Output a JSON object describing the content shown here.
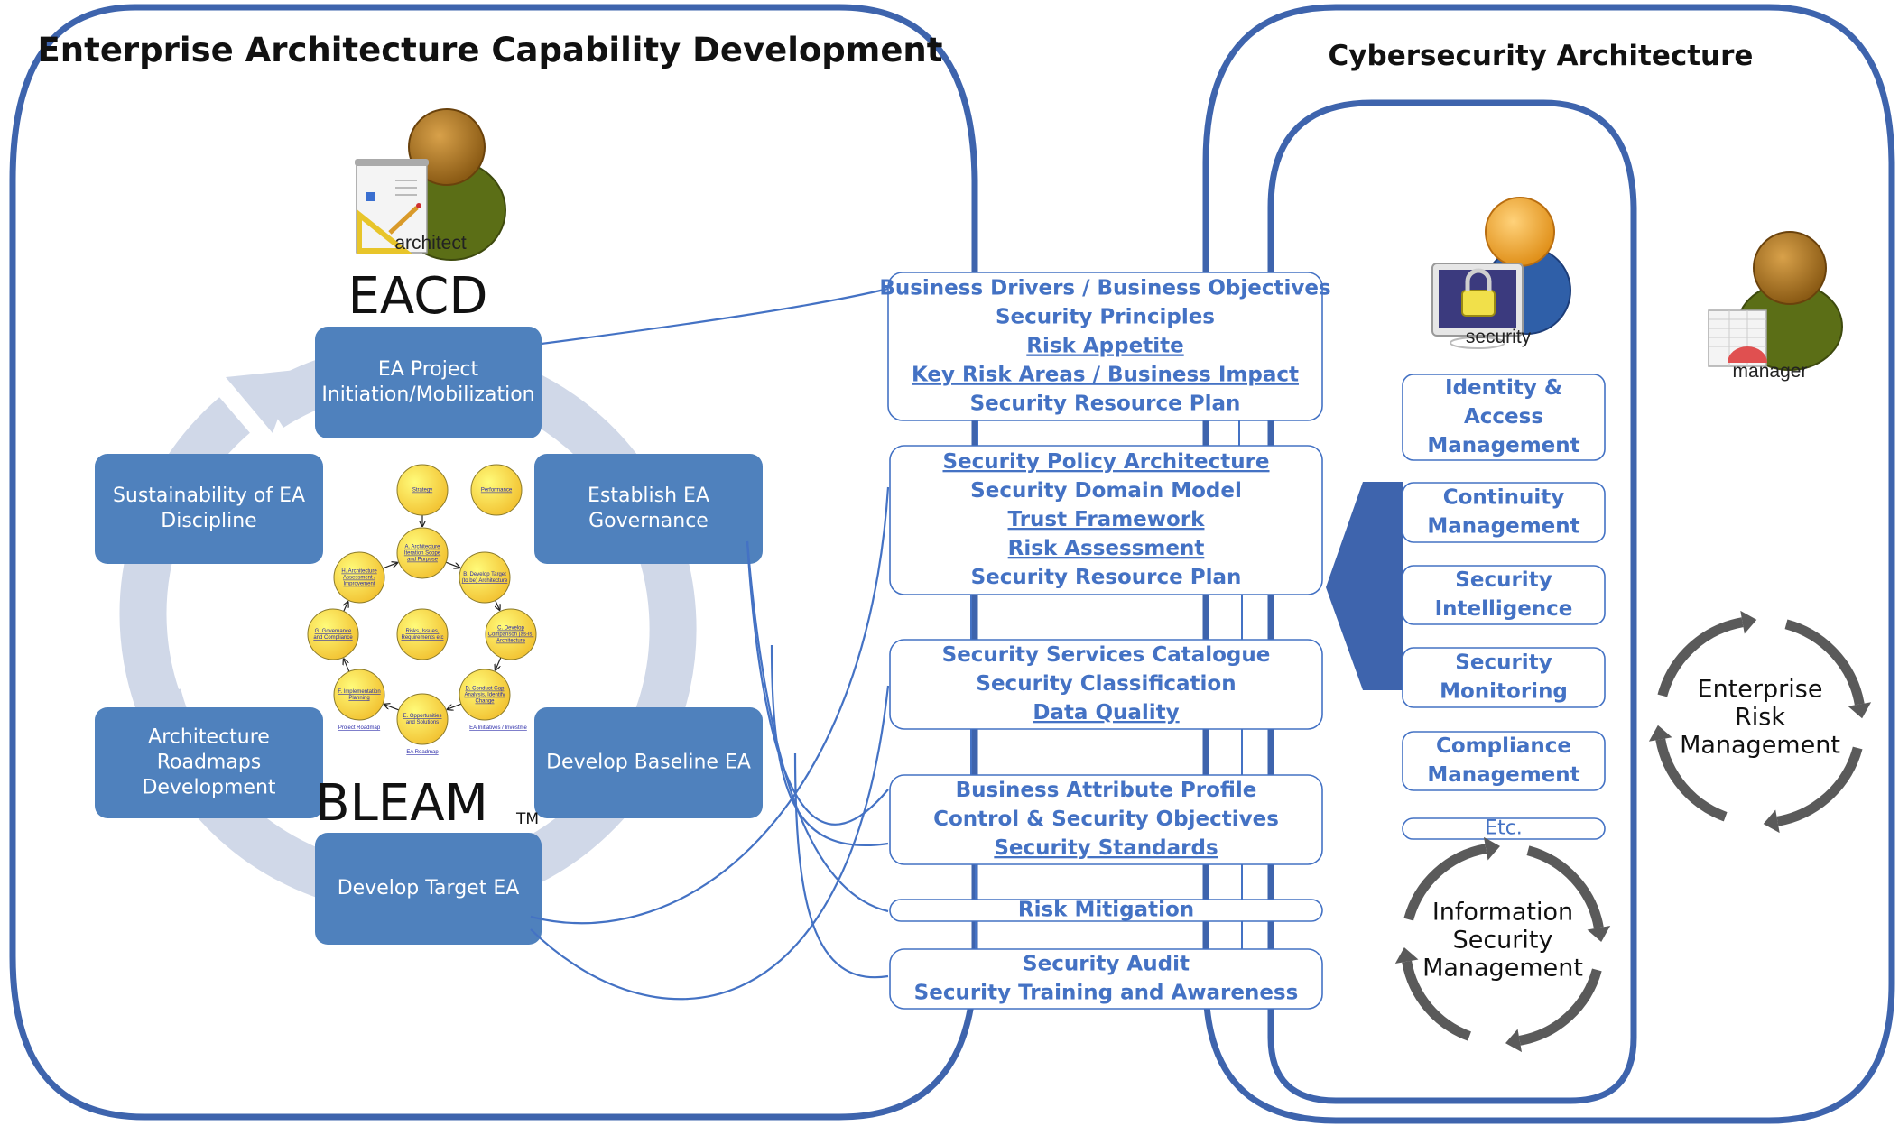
{
  "left_panel": {
    "title": "Enterprise Architecture Capability Development",
    "architect_icon_label": "architect",
    "eacd_label": "EACD",
    "bleam_label": "BLEAM",
    "bleam_tm": "TM",
    "cycle_steps": [
      {
        "id": "ea-project",
        "lines": [
          "EA Project",
          "Initiation/Mobilization"
        ]
      },
      {
        "id": "establish-governance",
        "lines": [
          "Establish EA",
          "Governance"
        ]
      },
      {
        "id": "develop-baseline",
        "lines": [
          "Develop Baseline EA"
        ]
      },
      {
        "id": "develop-target",
        "lines": [
          "Develop Target EA"
        ]
      },
      {
        "id": "architecture-roadmaps",
        "lines": [
          "Architecture",
          "Roadmaps",
          "Development"
        ]
      },
      {
        "id": "sustainability",
        "lines": [
          "Sustainability of EA",
          "Discipline"
        ]
      }
    ],
    "bleam_nodes": [
      {
        "id": "strategy",
        "lines": [
          "Strategy"
        ]
      },
      {
        "id": "performance",
        "lines": [
          "Performance"
        ]
      },
      {
        "id": "a",
        "lines": [
          "A. Architecture",
          "Iteration Scope",
          "and Purpose"
        ]
      },
      {
        "id": "b",
        "lines": [
          "B. Develop Target",
          "(to be) Architecture"
        ]
      },
      {
        "id": "c",
        "lines": [
          "C. Develop",
          "Comparison (as-is)",
          "Architecture"
        ]
      },
      {
        "id": "d",
        "lines": [
          "D. Conduct Gap",
          "Analysis, Identify",
          "Change"
        ]
      },
      {
        "id": "e",
        "lines": [
          "E. Opportunities",
          "and Solutions"
        ]
      },
      {
        "id": "f",
        "lines": [
          "F. Implementation",
          "Planning"
        ]
      },
      {
        "id": "g",
        "lines": [
          "G. Governance",
          "and Compliance"
        ]
      },
      {
        "id": "h",
        "lines": [
          "H. Architecture",
          "Assessment /",
          "Improvement"
        ]
      },
      {
        "id": "risks",
        "lines": [
          "Risks, Issues,",
          "Requirements etc"
        ]
      }
    ],
    "bleam_captions": [
      "Project Roadmap",
      "EA Roadmap",
      "EA Initiatives / Investme"
    ]
  },
  "middle_column": {
    "boxes": [
      {
        "items": [
          {
            "text": "Business Drivers / Business Objectives",
            "underline": false
          },
          {
            "text": "Security Principles",
            "underline": false
          },
          {
            "text": "Risk Appetite",
            "underline": true
          },
          {
            "text": "Key Risk Areas / Business Impact",
            "underline": true
          },
          {
            "text": "Security Resource Plan",
            "underline": false
          }
        ]
      },
      {
        "items": [
          {
            "text": "Security Policy Architecture",
            "underline": true
          },
          {
            "text": "Security Domain Model",
            "underline": false
          },
          {
            "text": "Trust Framework",
            "underline": true
          },
          {
            "text": "Risk Assessment",
            "underline": true
          },
          {
            "text": "Security Resource Plan",
            "underline": false
          }
        ]
      },
      {
        "items": [
          {
            "text": "Security Services Catalogue",
            "underline": false
          },
          {
            "text": "Security Classification",
            "underline": false
          },
          {
            "text": "Data Quality",
            "underline": true
          }
        ]
      },
      {
        "items": [
          {
            "text": "Business Attribute Profile",
            "underline": false
          },
          {
            "text": "Control & Security Objectives",
            "underline": false
          },
          {
            "text": "Security Standards",
            "underline": true
          }
        ]
      },
      {
        "items": [
          {
            "text": "Risk Mitigation",
            "underline": false
          }
        ]
      },
      {
        "items": [
          {
            "text": "Security Audit",
            "underline": false
          },
          {
            "text": "Security Training and Awareness",
            "underline": false
          }
        ]
      }
    ]
  },
  "right_panel": {
    "title": "Cybersecurity Architecture",
    "security_icon_label": "security",
    "manager_icon_label": "manager",
    "domains": [
      {
        "lines": [
          "Identity &",
          "Access",
          "Management"
        ]
      },
      {
        "lines": [
          "Continuity",
          "Management"
        ]
      },
      {
        "lines": [
          "Security",
          "Intelligence"
        ]
      },
      {
        "lines": [
          "Security",
          "Monitoring"
        ]
      },
      {
        "lines": [
          "Compliance",
          "Management"
        ]
      },
      {
        "lines": [
          "Etc."
        ]
      }
    ],
    "ism_cycle_lines": [
      "Information",
      "Security",
      "Management"
    ],
    "erm_cycle_lines": [
      "Enterprise",
      "Risk",
      "Management"
    ]
  },
  "colors": {
    "frame": "#3e64ad",
    "step_box": "#4f81bd",
    "ring": "#d0d8e8",
    "accent_text": "#4472c4",
    "cycle_arrow": "#5a5a5a"
  }
}
